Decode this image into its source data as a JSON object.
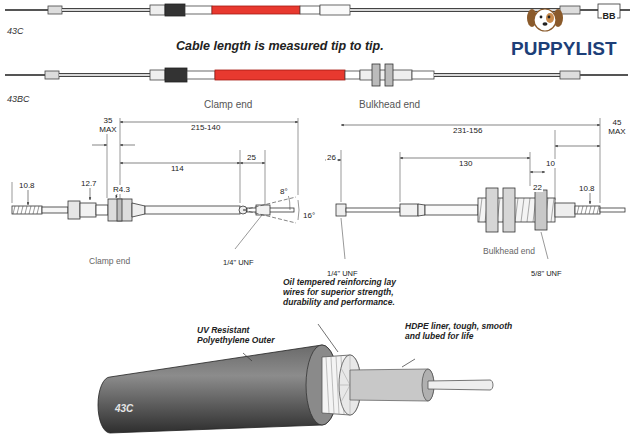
{
  "diagram": {
    "labels": [
      "43C",
      "Cable length is measured tip to tip.",
      "43BC",
      "Clamp end",
      "Bulkhead end",
      "PUPPYLIST",
      "BB",
      "215-140",
      "35 MAX",
      "114",
      "25",
      "10.8",
      "12.7",
      "R4.3",
      "8°",
      "16°",
      "Clamp end",
      "1/4\" UNF",
      "231-156",
      "45 MAX",
      "26",
      "130",
      "22",
      "10",
      "10.8",
      "Bulkhead end",
      "1/4\" UNF",
      "5/8\" UNF",
      "Oil tempered reinforcing lay wires for superior strength, durability and performance.",
      "UV Resistant Polyethylene Outer",
      "HDPE liner, tough, smooth and lubed for life",
      "43C"
    ]
  }
}
